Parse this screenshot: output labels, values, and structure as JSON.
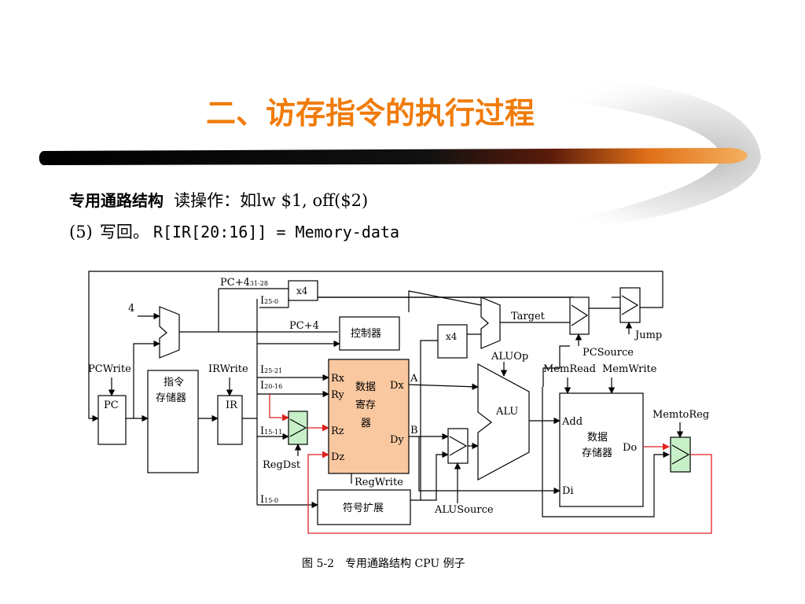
{
  "title": "二、访存指令的执行过程",
  "subtitle": {
    "bold": "专用通路结构",
    "text": "读操作：如lw $1, off($2)"
  },
  "step": {
    "number": "(5)",
    "name": "写回。",
    "code": "R[IR[20:16]] = Memory-data"
  },
  "diagram": {
    "pc_plus4_hi": "PC+4",
    "pc_plus4_hi_sub": "31-28",
    "x4_top": "x4",
    "i25_0": "I",
    "i25_0_sub": "25-0",
    "pc_plus4": "PC+4",
    "const4": "4",
    "controller": "控制器",
    "x4_mid": "x4",
    "target": "Target",
    "jump": "Jump",
    "pcsource": "PCSource",
    "aluop": "ALUOp",
    "memread": "MemRead",
    "memwrite": "MemWrite",
    "pcwrite": "PCWrite",
    "irwrite": "IRWrite",
    "i25_21": "I",
    "i25_21_sub": "25-21",
    "i20_16": "I",
    "i20_16_sub": "20-16",
    "i15_11": "I",
    "i15_11_sub": "15-11",
    "i15_0": "I",
    "i15_0_sub": "15-0",
    "pc": "PC",
    "instr_mem_line1": "指令",
    "instr_mem_line2": "存储器",
    "ir": "IR",
    "regdst": "RegDst",
    "rx": "Rx",
    "ry": "Ry",
    "rz": "Rz",
    "dz": "Dz",
    "dx": "Dx",
    "dy": "Dy",
    "regfile_line1": "数据",
    "regfile_line2": "寄存",
    "regfile_line3": "器",
    "port_a": "A",
    "port_b": "B",
    "alu": "ALU",
    "regwrite": "RegWrite",
    "sign_ext": "符号扩展",
    "alusource": "ALUSource",
    "add": "Add",
    "di": "Di",
    "do": "Do",
    "datamem_line1": "数据",
    "datamem_line2": "存储器",
    "memtoreg": "MemtoReg"
  },
  "caption": "图 5-2　专用通路结构 CPU 例子",
  "colors": {
    "title": "#f07b0a",
    "regfile_fill": "#f9c8a0",
    "mux_active": "#c8f0c8",
    "active_wire": "#e02020"
  }
}
